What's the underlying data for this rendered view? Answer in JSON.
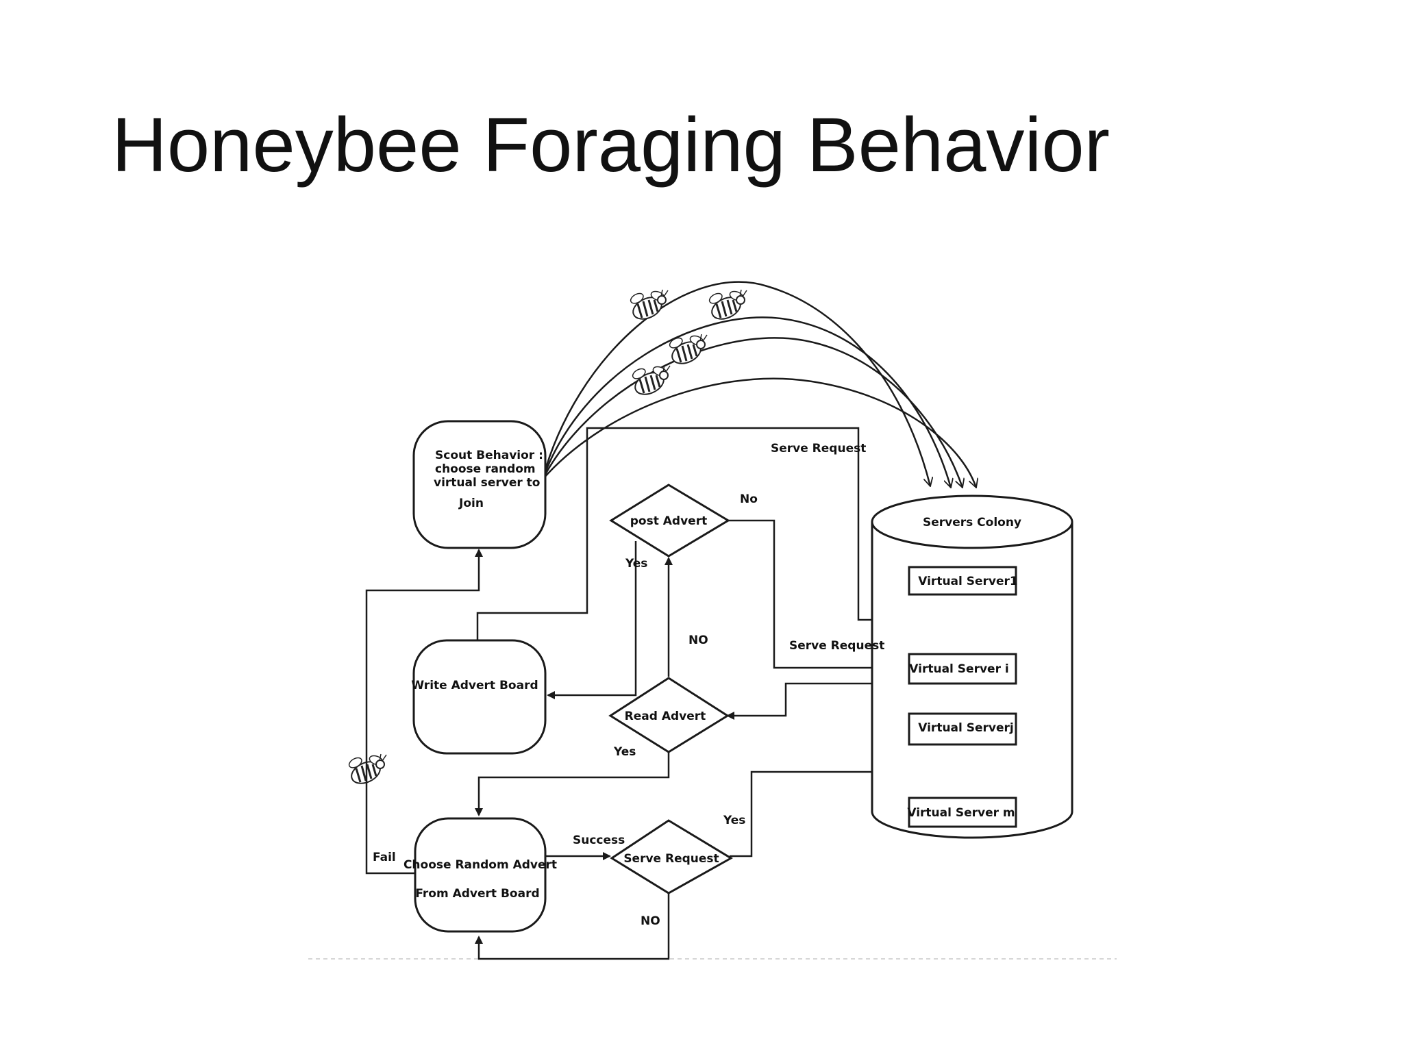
{
  "slide": {
    "title": "Honeybee Foraging Behavior"
  },
  "diagram": {
    "scout": {
      "line1": "Scout Behavior :",
      "line2": "choose random",
      "line3": "virtual server to",
      "line4": "Join"
    },
    "write_board": "Write Advert Board",
    "choose_advert": {
      "line1": "Choose Random Advert",
      "line2": "From Advert Board"
    },
    "post_advert": "post Advert",
    "read_advert": "Read Advert",
    "serve_request_decision": "Serve Request",
    "servers_colony": {
      "title": "Servers Colony",
      "servers": [
        "Virtual Server1",
        "Virtual Server i",
        "Virtual Serverj",
        "Virtual Server m"
      ]
    },
    "edge_labels": {
      "serve_request_top": "Serve Request",
      "serve_request_mid": "Serve Request",
      "post_no": "No",
      "post_yes": "Yes",
      "read_no": "NO",
      "read_yes": "Yes",
      "success": "Success",
      "serve_yes": "Yes",
      "serve_no": "NO",
      "fail": "Fail"
    },
    "icons": [
      "bee-icon"
    ]
  }
}
